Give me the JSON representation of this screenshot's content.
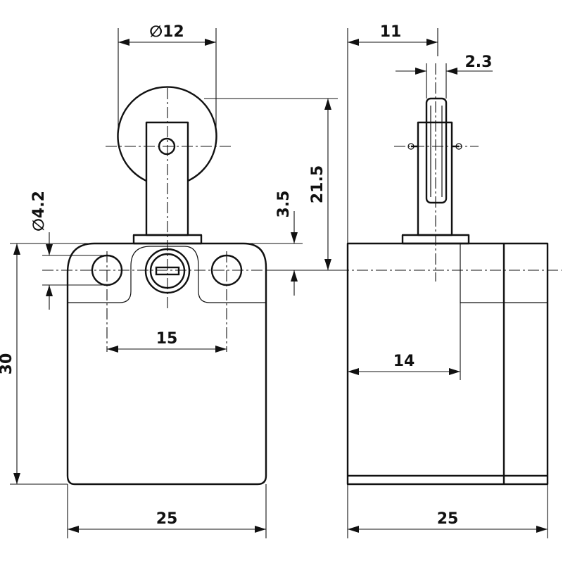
{
  "drawing": {
    "dimensions": {
      "roller_diameter": "∅12",
      "side_width": "11",
      "roller_thickness": "2.3",
      "lever_height": "21.5",
      "offset": "3.5",
      "hole_diameter": "∅4.2",
      "hole_spacing": "15",
      "depth": "14",
      "height": "30",
      "front_width": "25",
      "side_width_bottom": "25"
    }
  }
}
